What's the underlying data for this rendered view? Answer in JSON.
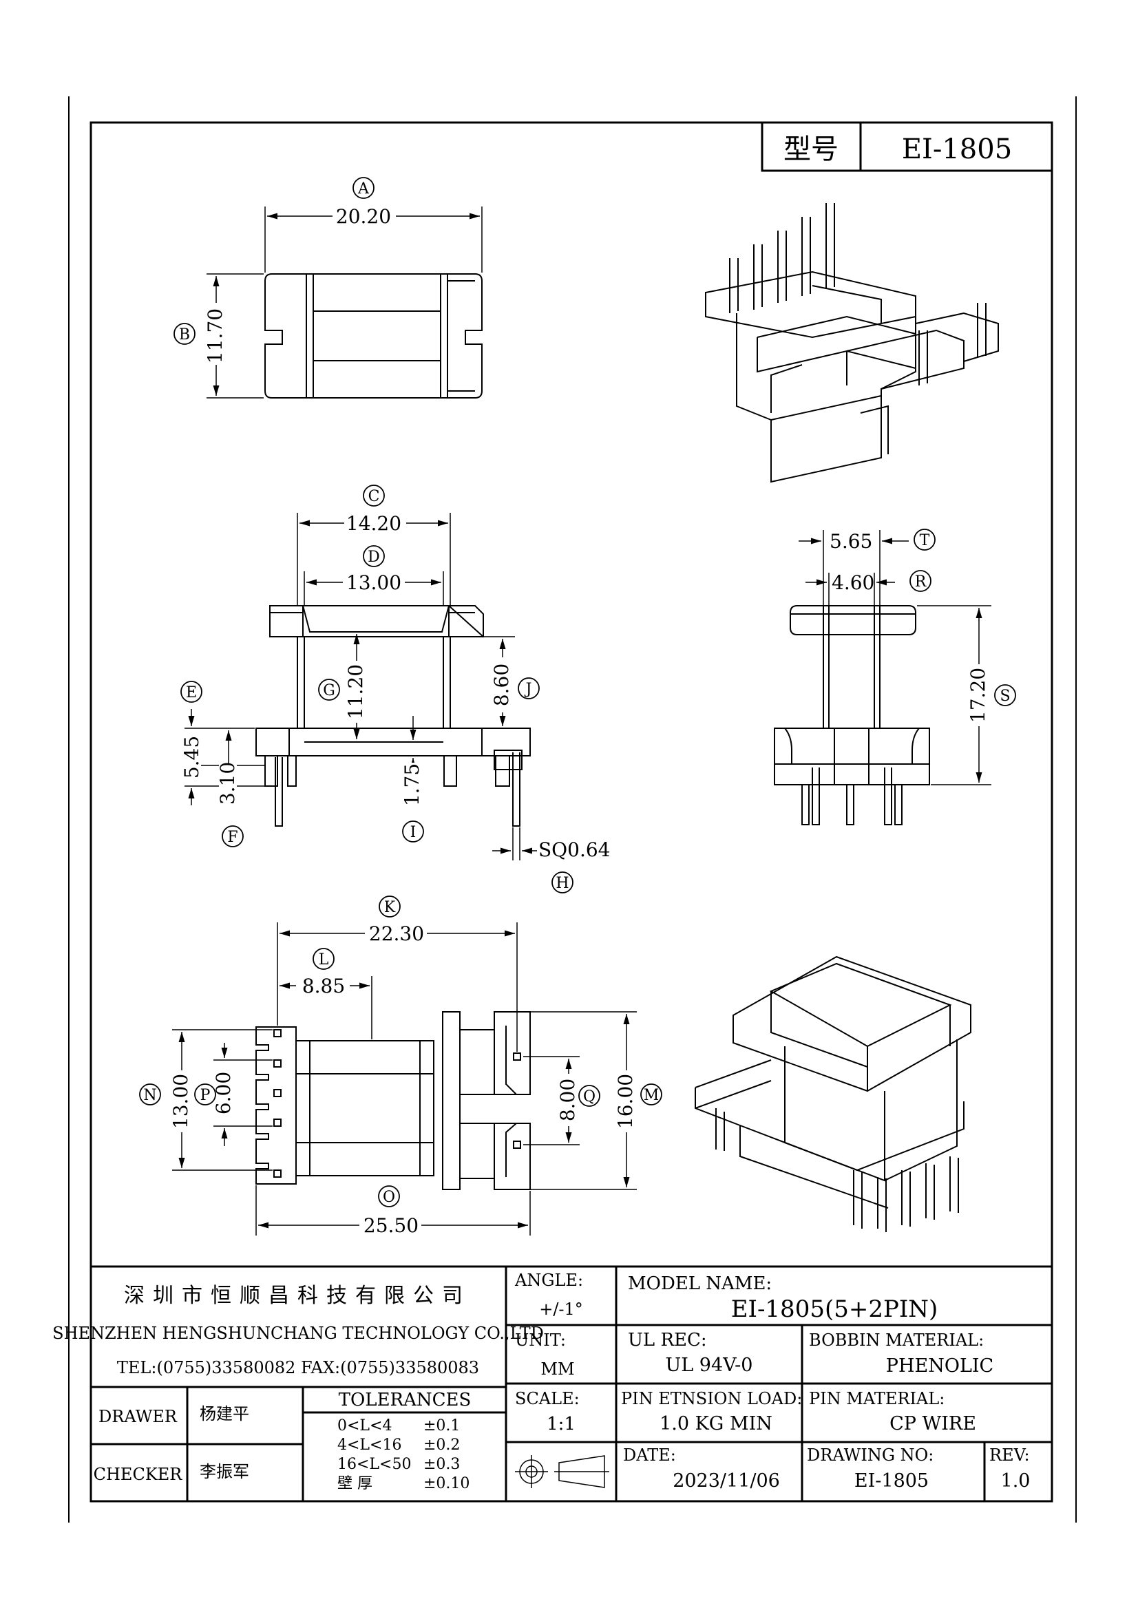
{
  "header": {
    "model_label": "型号",
    "model": "EI-1805"
  },
  "dimensions": {
    "A": "20.20",
    "B": "11.70",
    "C": "14.20",
    "D": "13.00",
    "E": "5.45",
    "F": "3.10",
    "G": "11.20",
    "H": "SQ0.64",
    "I": "1.75",
    "J": "8.60",
    "K": "22.30",
    "L": "8.85",
    "M": "16.00",
    "N": "13.00",
    "O": "25.50",
    "P": "6.00",
    "Q": "8.00",
    "R": "4.60",
    "S": "17.20",
    "T": "5.65"
  },
  "markers": [
    "A",
    "B",
    "C",
    "D",
    "E",
    "F",
    "G",
    "H",
    "I",
    "J",
    "K",
    "L",
    "M",
    "N",
    "O",
    "P",
    "Q",
    "R",
    "S",
    "T"
  ],
  "title_block": {
    "company_cn": "深圳市恒顺昌科技有限公司",
    "company_en": "SHENZHEN HENGSHUNCHANG TECHNOLOGY CO.,LTD",
    "contact": "TEL:(0755)33580082 FAX:(0755)33580083",
    "drawer_label": "DRAWER",
    "drawer": "杨建平",
    "checker_label": "CHECKER",
    "checker": "李振军",
    "tolerances_label": "TOLERANCES",
    "tolerances": [
      {
        "range": "0<L<4",
        "value": "±0.1"
      },
      {
        "range": "4<L<16",
        "value": "±0.2"
      },
      {
        "range": "16<L<50",
        "value": "±0.3"
      },
      {
        "range": "壁  厚",
        "value": "±0.10"
      }
    ],
    "angle_label": "ANGLE:",
    "angle": "+/-1°",
    "unit_label": "UNIT:",
    "unit": "MM",
    "scale_label": "SCALE:",
    "scale": "1:1",
    "model_name_label": "MODEL NAME:",
    "model_name": "EI-1805(5+2PIN)",
    "ul_rec_label": "UL REC:",
    "ul_rec": "UL 94V-0",
    "bobbin_material_label": "BOBBIN MATERIAL:",
    "bobbin_material": "PHENOLIC",
    "pin_load_label": "PIN ETNSION LOAD:",
    "pin_load": "1.0 KG MIN",
    "pin_material_label": "PIN MATERIAL:",
    "pin_material": "CP WIRE",
    "date_label": "DATE:",
    "date": "2023/11/06",
    "drawing_no_label": "DRAWING NO:",
    "drawing_no": "EI-1805",
    "rev_label": "REV:",
    "rev": "1.0"
  }
}
